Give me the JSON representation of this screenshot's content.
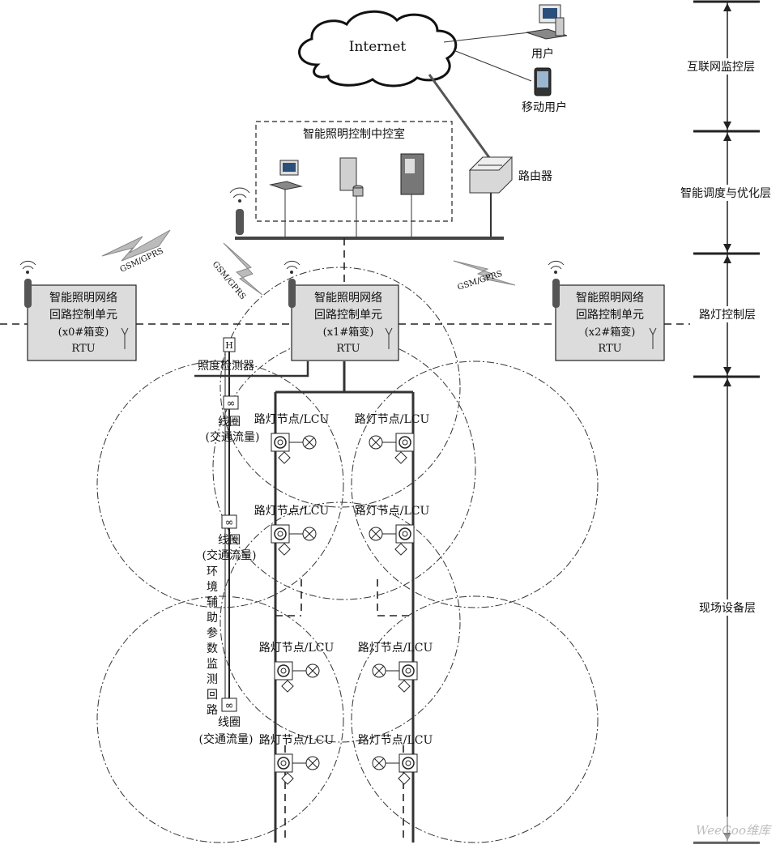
{
  "cloud": {
    "label": "Internet"
  },
  "users": {
    "pc_user": "用户",
    "mobile_user": "移动用户"
  },
  "control_room": {
    "title": "智能照明控制中控室",
    "router": "路由器"
  },
  "wireless": {
    "left": "GSM/GPRS",
    "center": "GSM/GPRS",
    "right": "GSM/GPRS"
  },
  "rtu_units": [
    {
      "line1": "智能照明网络",
      "line2": "回路控制单元",
      "line3": "(x0#箱变)",
      "line4": "RTU"
    },
    {
      "line1": "智能照明网络",
      "line2": "回路控制单元",
      "line3": "(x1#箱变)",
      "line4": "RTU"
    },
    {
      "line1": "智能照明网络",
      "line2": "回路控制单元",
      "line3": "(x2#箱变)",
      "line4": "RTU"
    }
  ],
  "sensors": {
    "illuminance": "照度检测器",
    "coil_line1": "线圈",
    "coil_line2": "(交通流量)",
    "env_loop": [
      "环",
      "境",
      "辅",
      "助",
      "参",
      "数",
      "监",
      "测",
      "回",
      "路"
    ]
  },
  "lcu_label": "路灯节点/LCU",
  "layers": {
    "internet": "互联网监控层",
    "dispatch": "智能调度与优化层",
    "control": "路灯控制层",
    "field": "现场设备层"
  },
  "watermark": "WeeGoo维库"
}
